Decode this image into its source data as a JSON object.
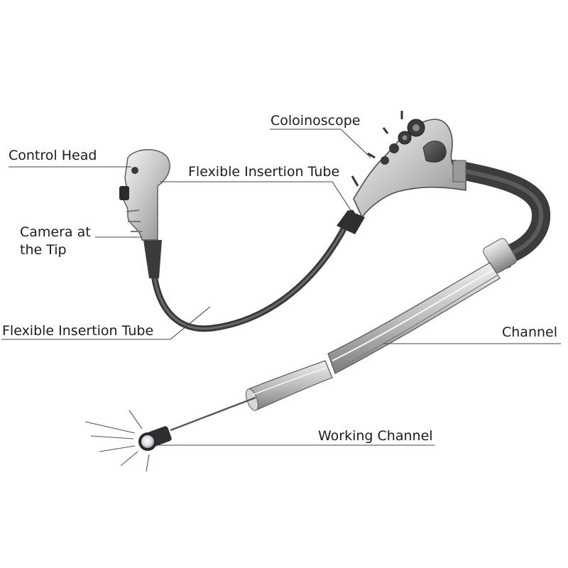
{
  "labels": {
    "colonoscope": "Coloinoscope",
    "control_head": "Control Head",
    "flexible_insertion_tube_top": "Flexible Insertion Tube",
    "camera_line1": "Camera at",
    "camera_line2": "the Tip",
    "flexible_insertion_tube_left": "Flexible Insertion Tube",
    "channel": "Channel",
    "working_channel": "Working Channel"
  }
}
